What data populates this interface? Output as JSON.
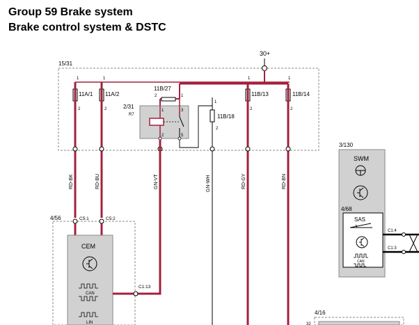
{
  "header": {
    "line1": "Group 59 Brake system",
    "line2": "Brake control system & DSTC"
  },
  "colors": {
    "wire": "#a3203d",
    "module_fill": "#d1d1d1",
    "dashed": "#888888"
  },
  "power": {
    "label": "30+"
  },
  "fusebox": {
    "label": "15/31",
    "fuses": {
      "f11a1": "11A/1",
      "f11a2": "11A/2",
      "f11b27": "11B/27",
      "f11b18": "11B/18",
      "f11b13": "11B/13",
      "f11b14": "11B/14"
    },
    "pins": {
      "p1": "1",
      "p2": "2"
    },
    "relay": {
      "id": "2/31",
      "name": "R7",
      "pin1": "1",
      "pin2": "2",
      "pin3": "3",
      "pin5": "5"
    }
  },
  "wires": {
    "rd_bk": "RD-BK",
    "rd_bu": "RD-BU",
    "gn_vt": "GN-VT",
    "gn_wh": "GN-WH",
    "rd_gy": "RD-GY",
    "rd_bn": "RD-BN"
  },
  "cem": {
    "ref": "4/56",
    "name": "CEM",
    "connector_c51": "C5:1",
    "connector_c52": "C5:2",
    "connector_c113": "C1:13",
    "can_label": "CAN",
    "lin_label": "LIN"
  },
  "swm": {
    "ref": "3/130",
    "name": "SWM",
    "sas": {
      "ref": "4/68",
      "name": "SAS",
      "c14": "C1:4",
      "c13": "C1:3",
      "can_label": "CAN"
    }
  },
  "bottom_module": {
    "ref": "4/16",
    "pin": "32"
  }
}
